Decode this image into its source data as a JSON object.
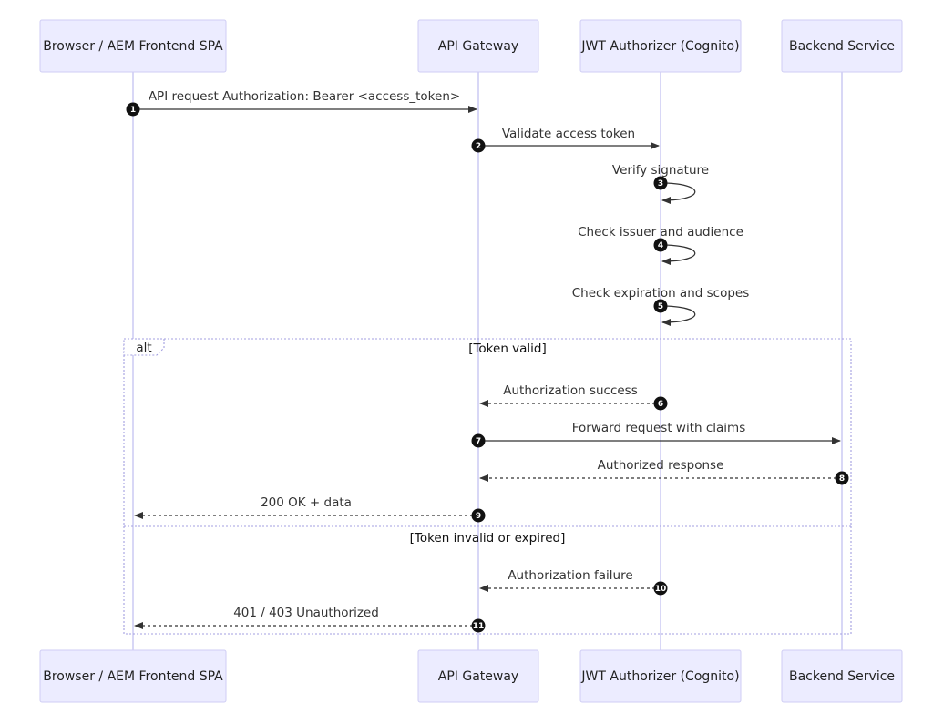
{
  "diagram": {
    "participants": [
      {
        "id": "browser",
        "label": "Browser / AEM Frontend SPA"
      },
      {
        "id": "gateway",
        "label": "API Gateway"
      },
      {
        "id": "authorizer",
        "label": "JWT Authorizer (Cognito)"
      },
      {
        "id": "backend",
        "label": "Backend Service"
      }
    ],
    "messages": [
      {
        "number": "1",
        "from": "browser",
        "to": "gateway",
        "label": "API request Authorization: Bearer <access_token>",
        "style": "solid"
      },
      {
        "number": "2",
        "from": "gateway",
        "to": "authorizer",
        "label": "Validate access token",
        "style": "solid"
      },
      {
        "number": "3",
        "from": "authorizer",
        "to": "authorizer",
        "label": "Verify signature",
        "style": "solid"
      },
      {
        "number": "4",
        "from": "authorizer",
        "to": "authorizer",
        "label": "Check issuer and audience",
        "style": "solid"
      },
      {
        "number": "5",
        "from": "authorizer",
        "to": "authorizer",
        "label": "Check expiration and scopes",
        "style": "solid"
      },
      {
        "number": "6",
        "from": "authorizer",
        "to": "gateway",
        "label": "Authorization success",
        "style": "dashed"
      },
      {
        "number": "7",
        "from": "gateway",
        "to": "backend",
        "label": "Forward request with claims",
        "style": "solid"
      },
      {
        "number": "8",
        "from": "backend",
        "to": "gateway",
        "label": "Authorized response",
        "style": "dashed"
      },
      {
        "number": "9",
        "from": "gateway",
        "to": "browser",
        "label": "200 OK + data",
        "style": "dashed"
      },
      {
        "number": "10",
        "from": "authorizer",
        "to": "gateway",
        "label": "Authorization failure",
        "style": "dashed"
      },
      {
        "number": "11",
        "from": "gateway",
        "to": "browser",
        "label": "401 / 403 Unauthorized",
        "style": "dashed"
      }
    ],
    "alt_frame": {
      "keyword": "alt",
      "conditions": [
        "[Token valid]",
        "[Token invalid or expired]"
      ]
    }
  },
  "colors": {
    "actor_fill": "#ECECFF",
    "actor_border": "#CFCDF4",
    "lifeline": "#CFCDF4",
    "arrow": "#333333",
    "sequence_marker": "#111111",
    "frame_border": "#A39FE0"
  }
}
